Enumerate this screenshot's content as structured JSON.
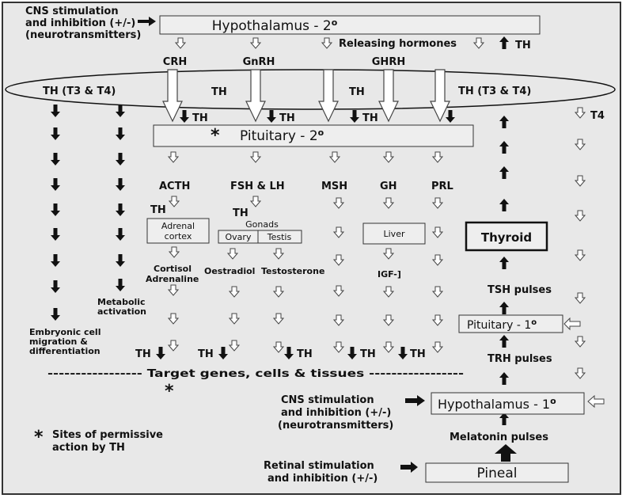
{
  "hypothalamus_2": {
    "label": "Hypothalamus - 2",
    "degree": "o"
  },
  "pituitary_2": {
    "label": "Pituitary - 2",
    "degree": "o"
  },
  "pituitary_1": {
    "label": "Pituitary - 1",
    "degree": "o"
  },
  "hypothalamus_1": {
    "label": "Hypothalamus - 1",
    "degree": "o"
  },
  "pineal": {
    "label": "Pineal"
  },
  "thyroid": {
    "label": "Thyroid"
  },
  "cns_top": [
    "CNS stimulation",
    "and inhibition (+/-)",
    "(neurotransmitters)"
  ],
  "cns_bottom": [
    "CNS stimulation",
    "and inhibition (+/-)",
    "(neurotransmitters)"
  ],
  "retinal": [
    "Retinal stimulation",
    "and inhibition (+/-)"
  ],
  "releasing_hormones": "Releasing hormones",
  "releasing": [
    "CRH",
    "GnRH",
    "GHRH"
  ],
  "th": "TH",
  "th_t3_t4": "TH (T3 & T4)",
  "t4": "T4",
  "star": "*",
  "pituitary_hormones": [
    "ACTH",
    "FSH & LH",
    "MSH",
    "GH",
    "PRL"
  ],
  "adrenal": "Adrenal cortex",
  "gonads": "Gonads",
  "ovary": "Ovary",
  "testis": "Testis",
  "liver": "Liver",
  "cortisol": [
    "Cortisol",
    "Adrenaline"
  ],
  "oestradiol": "Oestradiol",
  "testosterone": "Testosterone",
  "igf": "IGF-]",
  "metabolic": [
    "Metabolic",
    "activation"
  ],
  "embryonic": [
    "Embryonic cell",
    "migration &",
    "differentiation"
  ],
  "target": "----------------- Target genes, cells & tissues -----------------",
  "tsh_pulses": "TSH pulses",
  "trh_pulses": "TRH pulses",
  "melatonin_pulses": "Melatonin pulses",
  "sites_note": [
    "Sites of permissive",
    "action by  TH"
  ]
}
